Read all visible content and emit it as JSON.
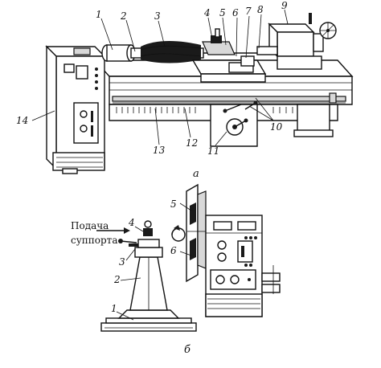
{
  "figure_a": {
    "callouts": [
      "1",
      "2",
      "3",
      "4",
      "5",
      "6",
      "7",
      "8",
      "9",
      "10",
      "11",
      "12",
      "13",
      "14"
    ],
    "sublabel": "а"
  },
  "figure_b": {
    "callouts": [
      "1",
      "2",
      "3",
      "4",
      "5",
      "6"
    ],
    "feed_label_line1": "Подача",
    "feed_label_line2": "суппорта",
    "sublabel": "б"
  }
}
